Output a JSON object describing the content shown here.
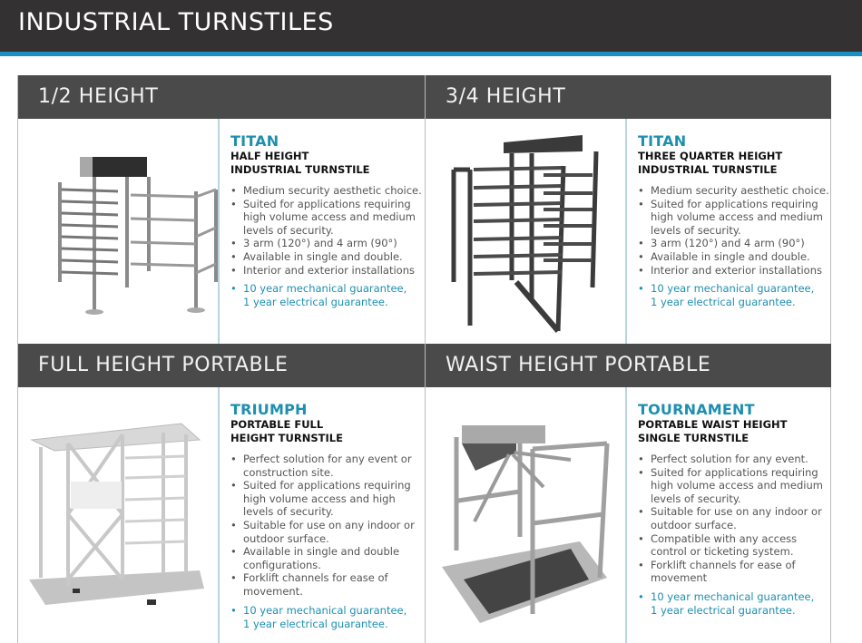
{
  "page": {
    "title": "INDUSTRIAL TURNSTILES",
    "colors": {
      "topbar": "#333132",
      "accent_stripe": "#1a8fc2",
      "section_header": "#4a4a4a",
      "product_name": "#1d8fb0"
    }
  },
  "sections": [
    {
      "heading": "1/2 HEIGHT",
      "image": "half-height-turnstile-image",
      "product": {
        "name": "TITAN",
        "desc1": "HALF HEIGHT",
        "desc2": "INDUSTRIAL TURNSTILE",
        "features": [
          "Medium security aesthetic choice.",
          "Suited for applications requiring high volume access and medium levels of security.",
          "3 arm (120°) and 4 arm (90°)",
          "Available in single and double.",
          "Interior and exterior installations"
        ],
        "guarantee1": "10 year mechanical guarantee,",
        "guarantee2": "1 year electrical guarantee."
      }
    },
    {
      "heading": "3/4 HEIGHT",
      "image": "three-quarter-height-turnstile-image",
      "product": {
        "name": "TITAN",
        "desc1": "THREE QUARTER HEIGHT",
        "desc2": "INDUSTRIAL TURNSTILE",
        "features": [
          "Medium security aesthetic choice.",
          "Suited for applications requiring high volume access and medium levels of security.",
          "3 arm (120°) and 4 arm (90°)",
          "Available in single and double.",
          "Interior and exterior installations"
        ],
        "guarantee1": "10 year mechanical guarantee,",
        "guarantee2": "1 year electrical guarantee."
      }
    },
    {
      "heading": "FULL HEIGHT PORTABLE",
      "image": "portable-full-height-turnstile-image",
      "product": {
        "name": "TRIUMPH",
        "desc1": "PORTABLE FULL",
        "desc2": "HEIGHT TURNSTILE",
        "features": [
          "Perfect solution for any event or construction site.",
          "Suited for applications requiring high volume access and high levels of security.",
          "Suitable for use on any indoor or outdoor surface.",
          "Available in single and double configurations.",
          "Forklift channels for ease of movement."
        ],
        "guarantee1": "10 year mechanical guarantee,",
        "guarantee2": "1 year electrical guarantee."
      }
    },
    {
      "heading": "WAIST HEIGHT PORTABLE",
      "image": "portable-waist-height-turnstile-image",
      "product": {
        "name": "TOURNAMENT",
        "desc1": "PORTABLE WAIST HEIGHT",
        "desc2": "SINGLE TURNSTILE",
        "features": [
          "Perfect solution for any event.",
          "Suited for applications requiring high volume access and medium levels of security.",
          "Suitable for use on any indoor or outdoor surface.",
          "Compatible with any access control or ticketing system.",
          "Forklift channels for ease of movement"
        ],
        "guarantee1": "10 year mechanical guarantee,",
        "guarantee2": "1 year electrical guarantee."
      }
    }
  ]
}
